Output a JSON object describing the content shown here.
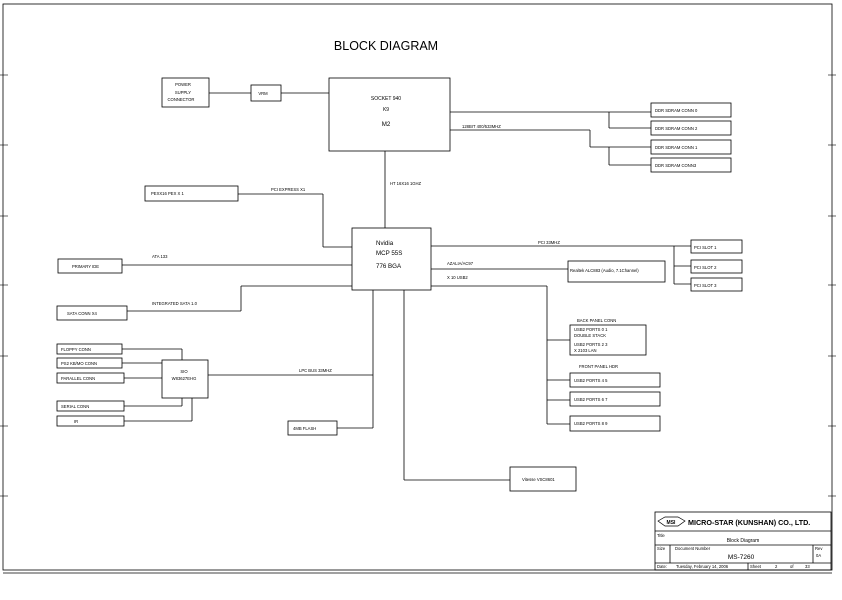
{
  "title": "BLOCK DIAGRAM",
  "blocks": {
    "power": [
      "POWER",
      "SUPPLY",
      "CONNECTOR"
    ],
    "vrm": "VRM",
    "socket": [
      "SOCKET 940",
      "K9",
      "M2"
    ],
    "ddr": [
      "DDR SDRAM CONN 0",
      "DDR SDRAM CONN 2",
      "DDR SDRAM CONN 1",
      "DDR SDRAM CONN3"
    ],
    "pexx16": "PEXX16 PEX X 1",
    "mcp": [
      "Nvidia",
      "MCP 55S",
      "776 BGA"
    ],
    "pci_slots": [
      "PCI SLOT 1",
      "PCI SLOT 2",
      "PCI SLOT 3"
    ],
    "realtek": "Realtek ALC883 (Audio, 7.1Channel)",
    "primary_ide": "PRIMARY IDE",
    "sata_conn": "SATA CONN X4",
    "floppy": "FLOPPY CONN",
    "ps2": "PS2 KB/MO CONN",
    "parallel": "PARALLEL CONN",
    "serial": "SERIAL CONN",
    "ir": "IR",
    "sio": [
      "SIO",
      "W83627EHG"
    ],
    "flash": "4MB FLASH",
    "back_panel_label": "BACK PANEL CONN",
    "back_panel": [
      "USB2 PORTS 0 1",
      "DOUBLE STACK",
      "USB2 PORTS 2 3",
      "X 2103 LAN"
    ],
    "front_panel_label": "FRONT PANEL HDR",
    "usb_front": [
      "USB2 PORTS 4 5",
      "USB2 PORTS 6 7",
      "USB2 PORTS 8 9"
    ],
    "vitesse": "Vitesse VSC8601"
  },
  "buses": {
    "ddr_bus": "128BIT 400/533MHZ",
    "ht": "HT 16X16 1GHZ",
    "pcie": "PCI EXPRESS X1",
    "pci": "PCI 33MHZ",
    "ata": "ATA 133",
    "azalia": "AZALIA/AC97",
    "usb": "X 10 USB2",
    "sata": "INTEGRATED SATA 1.0",
    "lpc": "LPC BUS 33MHZ"
  },
  "titleblock": {
    "company": "MICRO-STAR (KUNSHAN) CO., LTD.",
    "logo": "MSI",
    "title_label": "Title",
    "title": "Block Diagram",
    "size_label": "Size",
    "docnum_label": "Document Number",
    "docnum": "MS-7260",
    "rev_label": "Rev",
    "rev": "0A",
    "date_label": "Date:",
    "date": "Tuesday, February 14, 2006",
    "sheet_label": "Sheet",
    "sheet": "2",
    "of_label": "of",
    "total": "33"
  }
}
